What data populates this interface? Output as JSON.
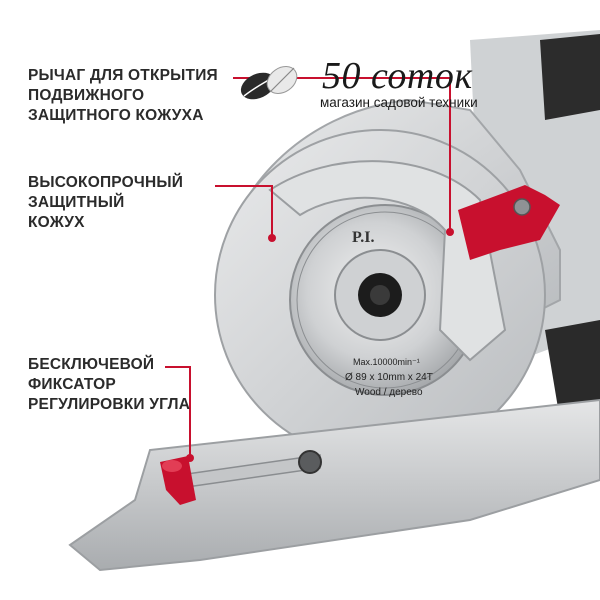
{
  "callouts": {
    "lever": [
      "РЫЧАГ ДЛЯ ОТКРЫТИЯ",
      "ПОДВИЖНОГО",
      "ЗАЩИТНОГО КОЖУХА"
    ],
    "guard": [
      "ВЫСОКОПРОЧНЫЙ",
      "ЗАЩИТНЫЙ",
      "КОЖУХ"
    ],
    "lock": [
      "БЕСКЛЮЧЕВОЙ",
      "ФИКСАТОР",
      "РЕГУЛИРОВКИ УГЛА"
    ]
  },
  "watermark": {
    "name": "50 соток",
    "tagline": "магазин садовой техники"
  },
  "blade": {
    "brand": "P.I.",
    "line1": "Max.10000min⁻¹",
    "line2": "Ø 89 x 10mm x 24T",
    "line3": "Wood / дерево"
  },
  "colors": {
    "accent": "#c8102e",
    "body": "#d4d6d8",
    "text": "#2b2b2b"
  }
}
